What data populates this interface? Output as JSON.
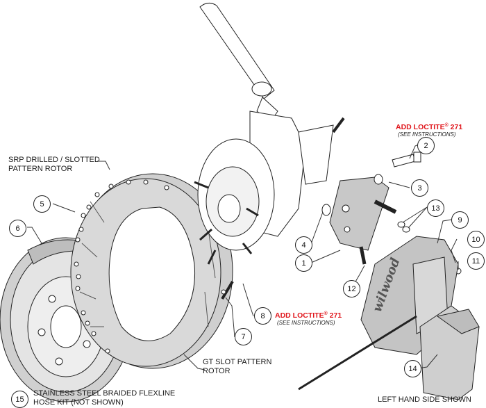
{
  "diagram": {
    "title": "Brake kit exploded view",
    "part_labels": {
      "srp_rotor": [
        "SRP DRILLED / SLOTTED",
        "PATTERN ROTOR"
      ],
      "gt_rotor": [
        "GT SLOT PATTERN",
        "ROTOR"
      ],
      "hose_kit": [
        "STAINLESS STEEL BRAIDED FLEXLINE",
        "HOSE KIT (NOT SHOWN)"
      ],
      "side_note": "LEFT HAND SIDE SHOWN"
    },
    "loctite_notes": [
      {
        "title": "ADD LOCTITE",
        "reg": "®",
        "number": "271",
        "note": "(SEE INSTRUCTIONS)",
        "part": "2"
      },
      {
        "title": "ADD LOCTITE",
        "reg": "®",
        "number": "271",
        "note": "(SEE INSTRUCTIONS)",
        "part": "8"
      }
    ],
    "callouts": [
      "1",
      "2",
      "3",
      "4",
      "5",
      "6",
      "7",
      "8",
      "9",
      "10",
      "11",
      "12",
      "13",
      "14",
      "15"
    ],
    "caliper_brand_text": "wilwood",
    "colors": {
      "warning_red": "#e0161c",
      "line": "#222222",
      "part_fill": "#c8c8c8",
      "part_fill_light": "#dcdcdc"
    }
  }
}
